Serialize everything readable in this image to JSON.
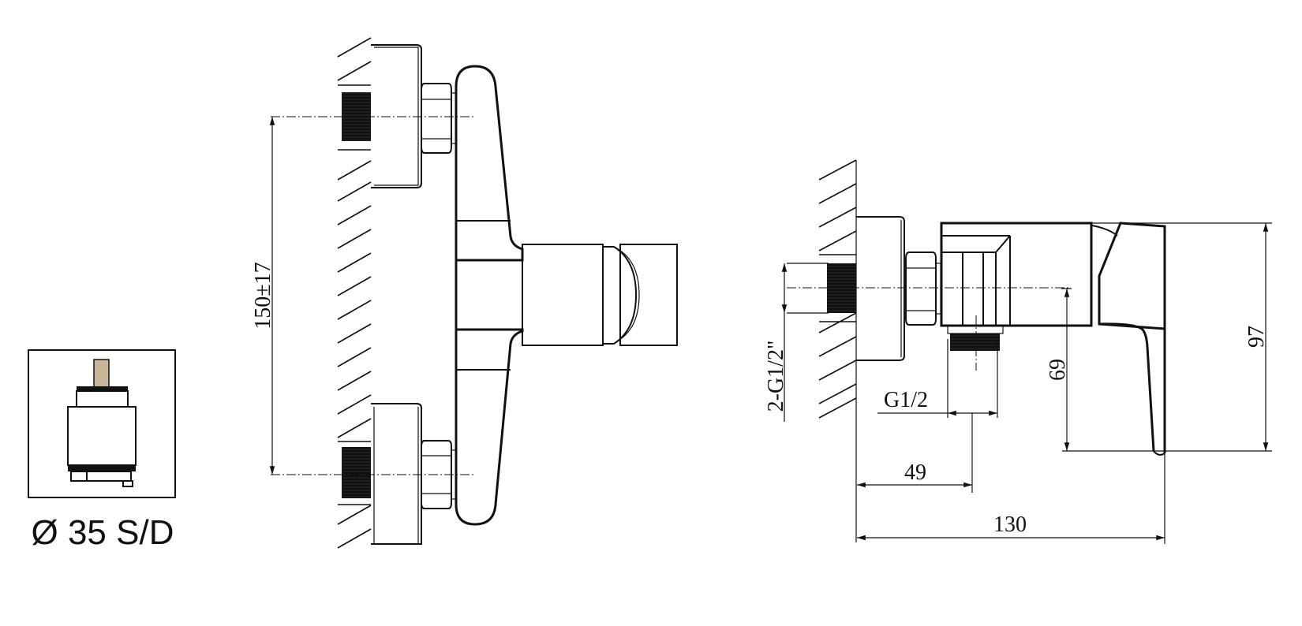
{
  "cartridge": {
    "label": "Ø 35 S/D",
    "stem_color": "#c8b59a"
  },
  "front_view": {
    "inlet_spacing": "150±17"
  },
  "side_view": {
    "inlet_thread": "2-G1/2\"",
    "outlet_thread": "G1/2",
    "outlet_offset": "49",
    "outlet_height": "69",
    "total_height": "97",
    "total_depth": "130"
  },
  "colors": {
    "line": "#111111",
    "background": "#ffffff"
  }
}
